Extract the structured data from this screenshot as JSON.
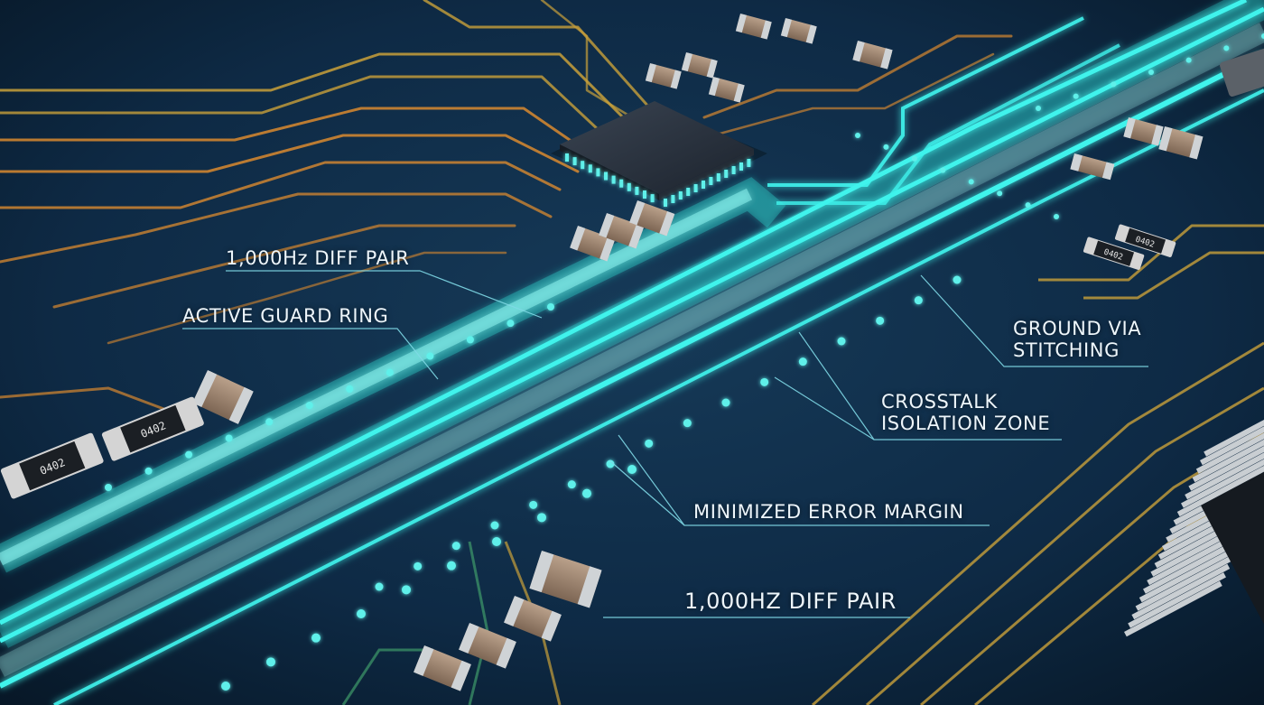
{
  "callouts": {
    "diff_pair_top": "1,000Hz DIFF PAIR",
    "guard_ring": "ACTIVE GUARD RING",
    "ground_via_line1": "GROUND VIA",
    "ground_via_line2": "STITCHING",
    "crosstalk_line1": "CROSSTALK",
    "crosstalk_line2": "ISOLATION ZONE",
    "error_margin": "MINIMIZED ERROR MARGIN",
    "diff_pair_bottom": "1,000HZ DIFF PAIR"
  },
  "component_markings": {
    "resistor_left_1": "0402",
    "resistor_left_2": "0402",
    "resistor_right_1": "0402",
    "resistor_right_2": "0402"
  },
  "colors": {
    "board": "#0c2238",
    "glow_trace": "#3ff3ec",
    "copper_trace": "#d9892f",
    "gold_trace": "#c8a03a",
    "label_text": "#eef6fb"
  }
}
